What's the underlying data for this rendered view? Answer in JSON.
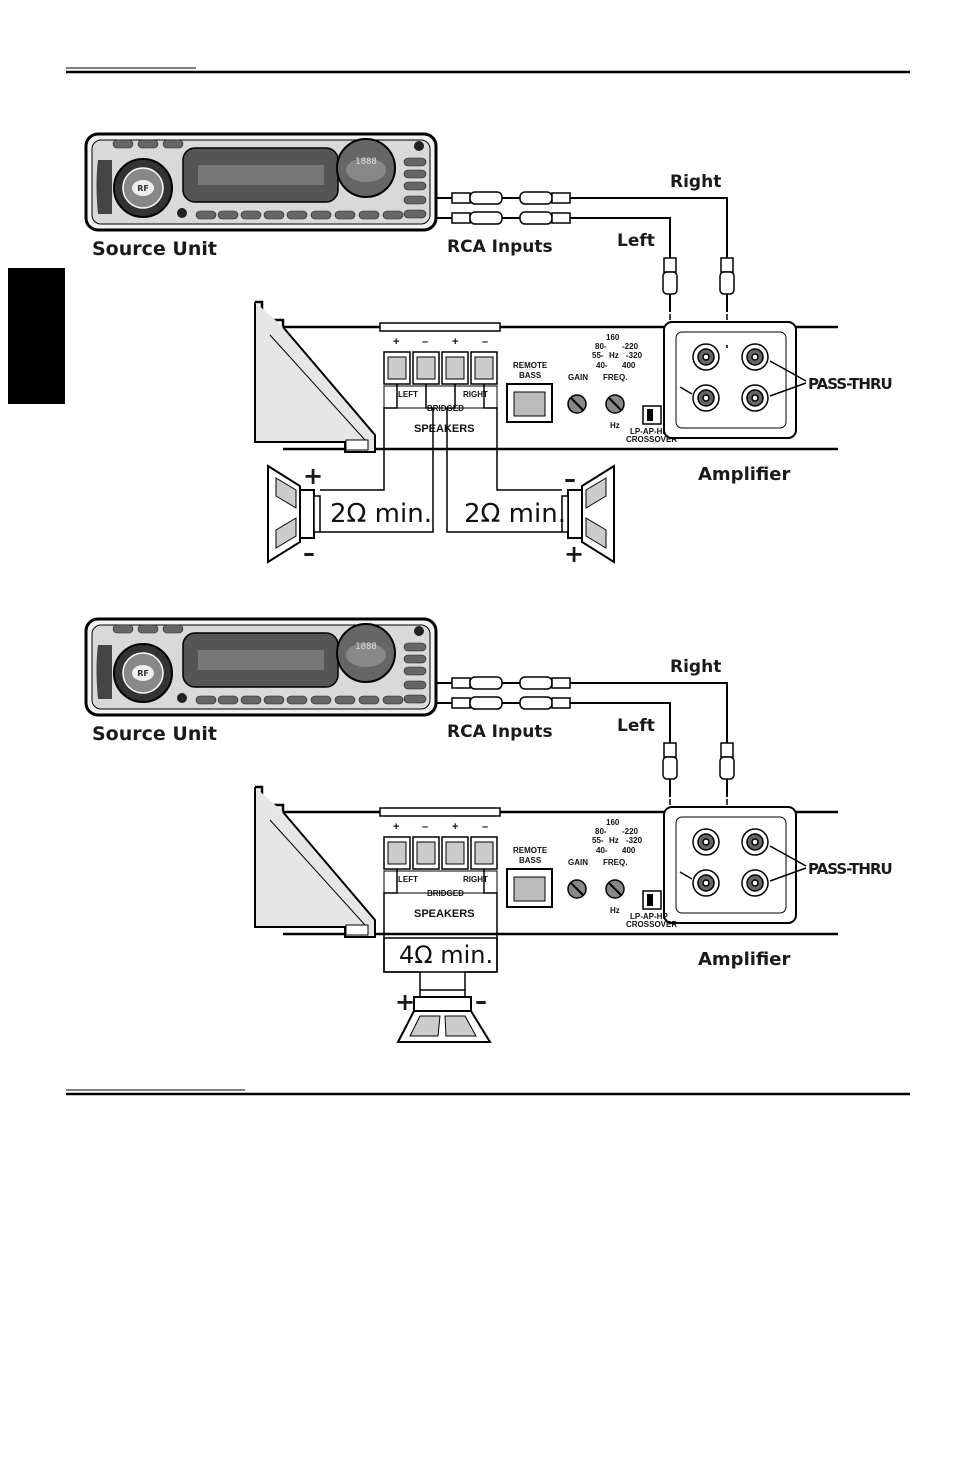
{
  "diagrams": [
    {
      "source_label": "Source Unit",
      "rca_label": "RCA Inputs",
      "right_label": "Right",
      "left_label": "Left",
      "pass_thru_label": "PASS-THRU",
      "amplifier_label": "Amplifier",
      "speakers_label": "SPEAKERS",
      "bridged_label": "BRIDGED",
      "term_left": "LEFT",
      "term_right": "RIGHT",
      "remote_bass": [
        "REMOTE",
        "BASS"
      ],
      "gain_label": "GAIN",
      "freq_label": "FREQ.",
      "hz_label": "Hz",
      "crossover": [
        "LP-AP-HP",
        "CROSSOVER"
      ],
      "freq_ticks": [
        "160",
        "80-",
        "-220",
        "55-",
        "Hz",
        "-320",
        "40-",
        "400"
      ],
      "polarity": [
        "+",
        "–",
        "+",
        "–"
      ],
      "load_left": "2Ω min.",
      "load_right": "2Ω min.",
      "spk_left_plus": "+",
      "spk_left_minus": "–",
      "spk_right_minus": "–",
      "spk_right_plus": "+"
    },
    {
      "source_label": "Source Unit",
      "rca_label": "RCA Inputs",
      "right_label": "Right",
      "left_label": "Left",
      "pass_thru_label": "PASS-THRU",
      "amplifier_label": "Amplifier",
      "speakers_label": "SPEAKERS",
      "bridged_label": "BRIDGED",
      "term_left": "LEFT",
      "term_right": "RIGHT",
      "remote_bass": [
        "REMOTE",
        "BASS"
      ],
      "gain_label": "GAIN",
      "freq_label": "FREQ.",
      "hz_label": "Hz",
      "crossover": [
        "LP-AP-HP",
        "CROSSOVER"
      ],
      "freq_ticks": [
        "160",
        "80-",
        "-220",
        "55-",
        "Hz",
        "-320",
        "40-",
        "400"
      ],
      "polarity": [
        "+",
        "–",
        "+",
        "–"
      ],
      "load_mono": "4Ω min.",
      "sub_plus": "+",
      "sub_minus": "–"
    }
  ]
}
